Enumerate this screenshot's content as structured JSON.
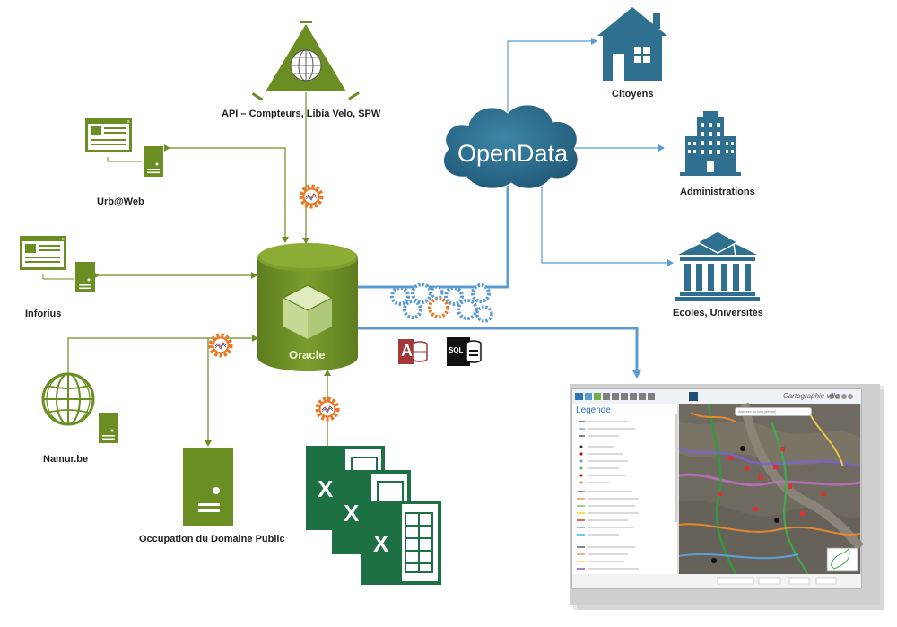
{
  "nodes": {
    "api": {
      "label": "API – Compteurs, Libia Velo, SPW"
    },
    "urbaweb": {
      "label": "Urb@Web"
    },
    "inforius": {
      "label": "Inforius"
    },
    "namur": {
      "label": "Namur.be"
    },
    "oracle": {
      "label": "Oracle"
    },
    "occupation": {
      "label": "Occupation du Domaine Public"
    },
    "opendata": {
      "label": "OpenData"
    },
    "citoyens": {
      "label": "Citoyens"
    },
    "administrations": {
      "label": "Administrations"
    },
    "ecoles": {
      "label": "Ecoles, Universités"
    },
    "access": {
      "label": "A"
    },
    "sql": {
      "label": "SQL"
    },
    "excel": {
      "label": "X"
    }
  },
  "app_screenshot": {
    "legend_title": "Legende",
    "header_title": "Cartographie ville",
    "search_placeholder": "Adresse ou lieu (défaut)"
  },
  "colors": {
    "green": "#6b8e23",
    "green_dark": "#4f6b16",
    "blue_arrow": "#5b9bd5",
    "cloud": "#2e6b8a",
    "building": "#2f6f8f",
    "gear": "#ee7623",
    "excel": "#1d7044"
  }
}
